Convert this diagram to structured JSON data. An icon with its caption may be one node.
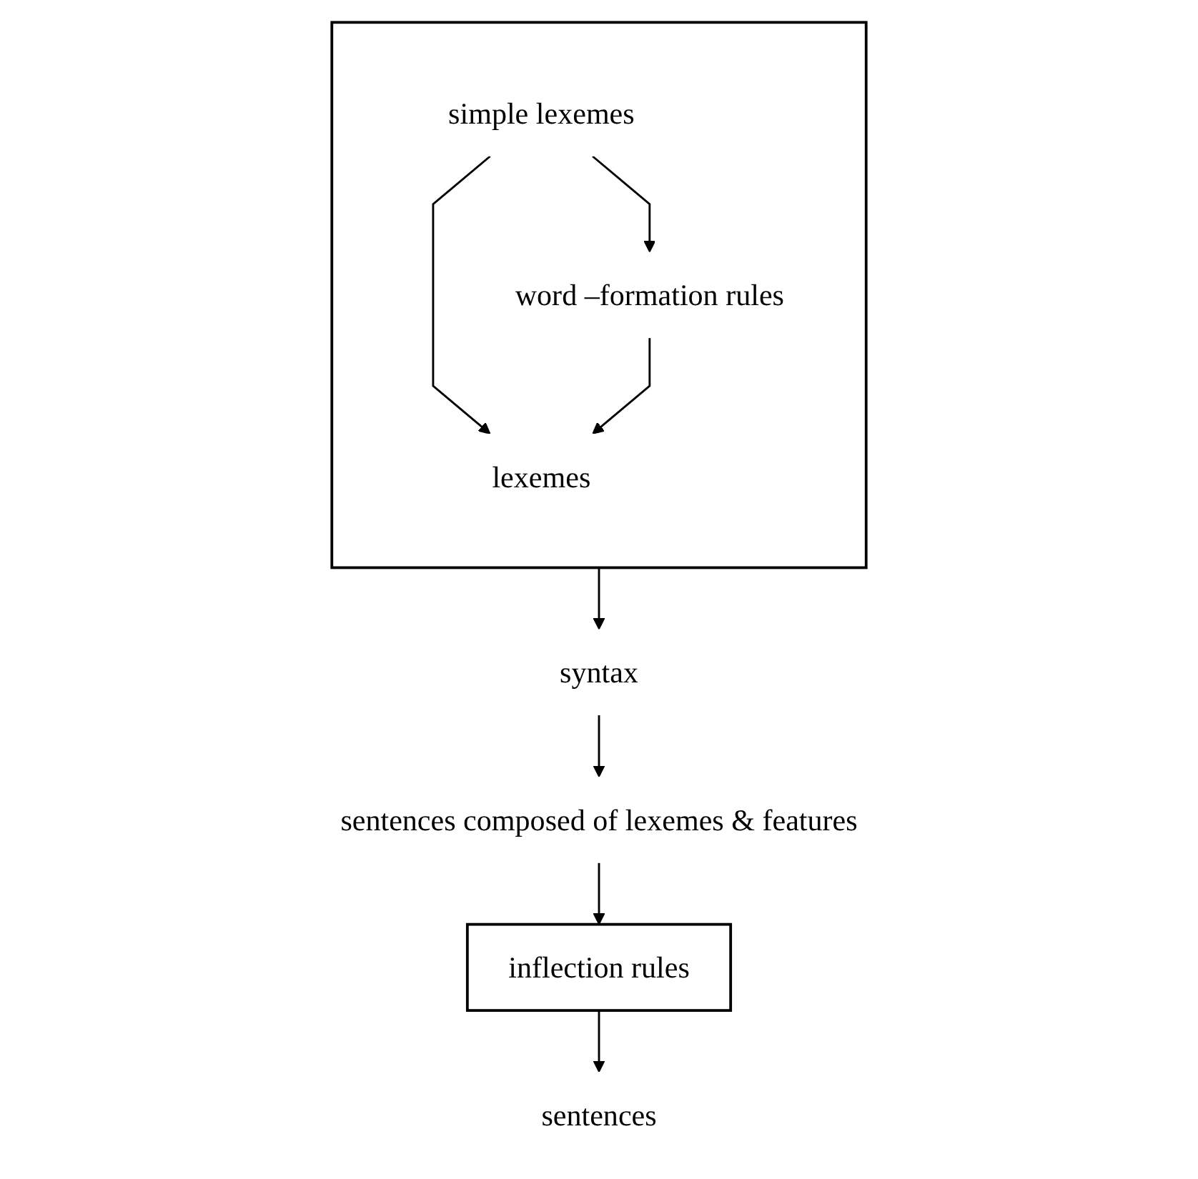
{
  "diagram": {
    "nodes": [
      {
        "text": [],
        "shape": "box"
      },
      {
        "text": [
          "simple lexemes"
        ],
        "in": 0
      },
      {
        "text": [
          "word –formation rules"
        ],
        "in": 0
      },
      {
        "text": [
          "lexemes"
        ],
        "in": 0
      },
      {
        "text": [
          "syntax"
        ]
      },
      {
        "text": [
          "sentences composed of lexemes & features"
        ]
      },
      {
        "text": [
          "inflection rules"
        ]
      },
      {
        "text": [
          "sentences"
        ]
      }
    ],
    "edges": [
      {
        "from": 1,
        "to": 2,
        "arrow": "to"
      },
      {
        "from": 1,
        "to": 3,
        "arrow": "to"
      },
      {
        "from": 2,
        "to": 3,
        "arrow": "to"
      },
      {
        "from": 0,
        "to": 4,
        "arrow": "to"
      },
      {
        "from": 4,
        "to": 5,
        "arrow": "to"
      },
      {
        "from": 5,
        "to": 6,
        "arrow": "to"
      },
      {
        "from": 6,
        "to": 7,
        "arrow": "to"
      }
    ]
  }
}
